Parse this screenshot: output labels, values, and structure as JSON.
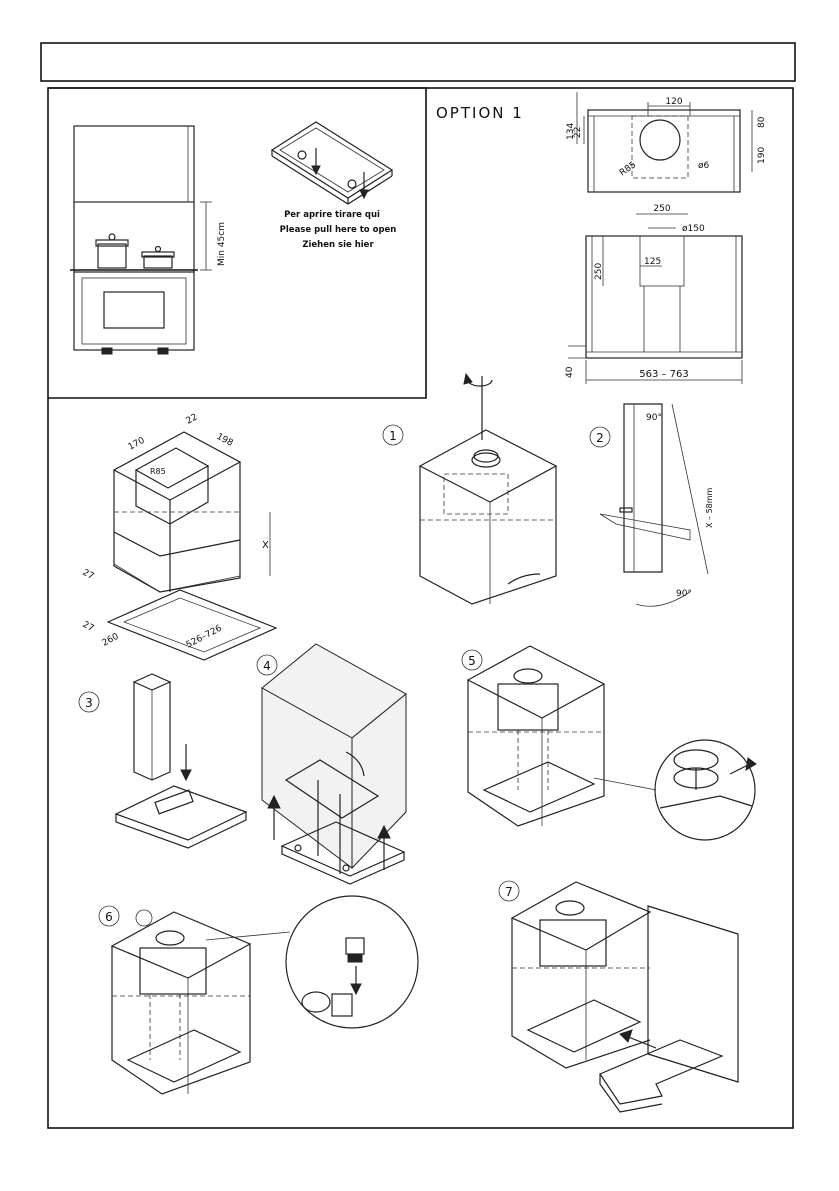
{
  "header": {
    "title": ""
  },
  "option": {
    "label": "OPTION  1"
  },
  "instruction": {
    "it": "Per aprire tirare qui",
    "en": "Please pull here to open",
    "de": "Ziehen sie hier"
  },
  "dimensions": {
    "min_height": "Min 45cm",
    "d120": "120",
    "d134": "134",
    "d22": "22",
    "d80": "80",
    "d190": "190",
    "r85": "R85",
    "phi6": "ø6",
    "d250_top": "250",
    "phi150": "ø150",
    "d125": "125",
    "d250_side": "250",
    "d40": "40",
    "range_563": "563 – 763",
    "c22": "22",
    "c170": "170",
    "c198": "198",
    "cR85": "R85",
    "cX": "X",
    "c27a": "27",
    "c27b": "27",
    "c260": "260",
    "c526": "526–726",
    "x58": "X – 58mm",
    "angle_top": "90°",
    "angle_bottom": "90°"
  },
  "steps": [
    "1",
    "2",
    "3",
    "4",
    "5",
    "6",
    "7"
  ]
}
